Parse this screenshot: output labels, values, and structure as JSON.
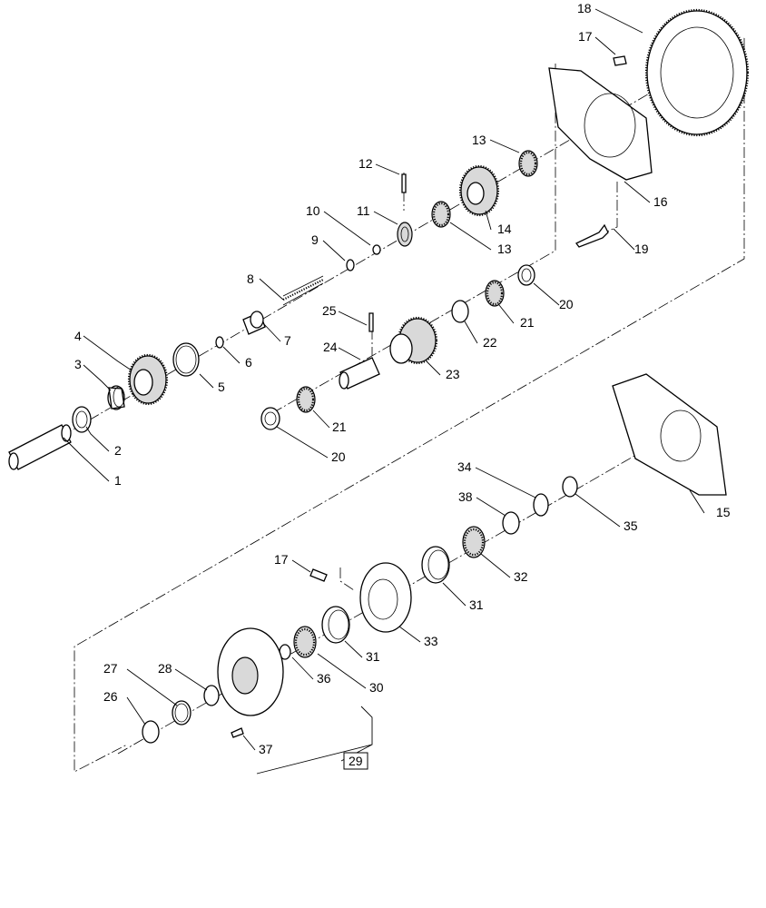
{
  "callouts": {
    "c1": "1",
    "c2": "2",
    "c3": "3",
    "c4": "4",
    "c5": "5",
    "c6": "6",
    "c7": "7",
    "c8": "8",
    "c9": "9",
    "c10": "10",
    "c11": "11",
    "c12": "12",
    "c13a": "13",
    "c13b": "13",
    "c14": "14",
    "c15": "15",
    "c16": "16",
    "c17a": "17",
    "c17b": "17",
    "c18": "18",
    "c19": "19",
    "c20a": "20",
    "c20b": "20",
    "c21a": "21",
    "c21b": "21",
    "c22": "22",
    "c23": "23",
    "c24": "24",
    "c25": "25",
    "c26": "26",
    "c27": "27",
    "c28": "28",
    "c30": "30",
    "c31a": "31",
    "c31b": "31",
    "c32": "32",
    "c33": "33",
    "c34": "34",
    "c35": "35",
    "c36": "36",
    "c37": "37",
    "c38": "38"
  },
  "assembly_ref": "29"
}
